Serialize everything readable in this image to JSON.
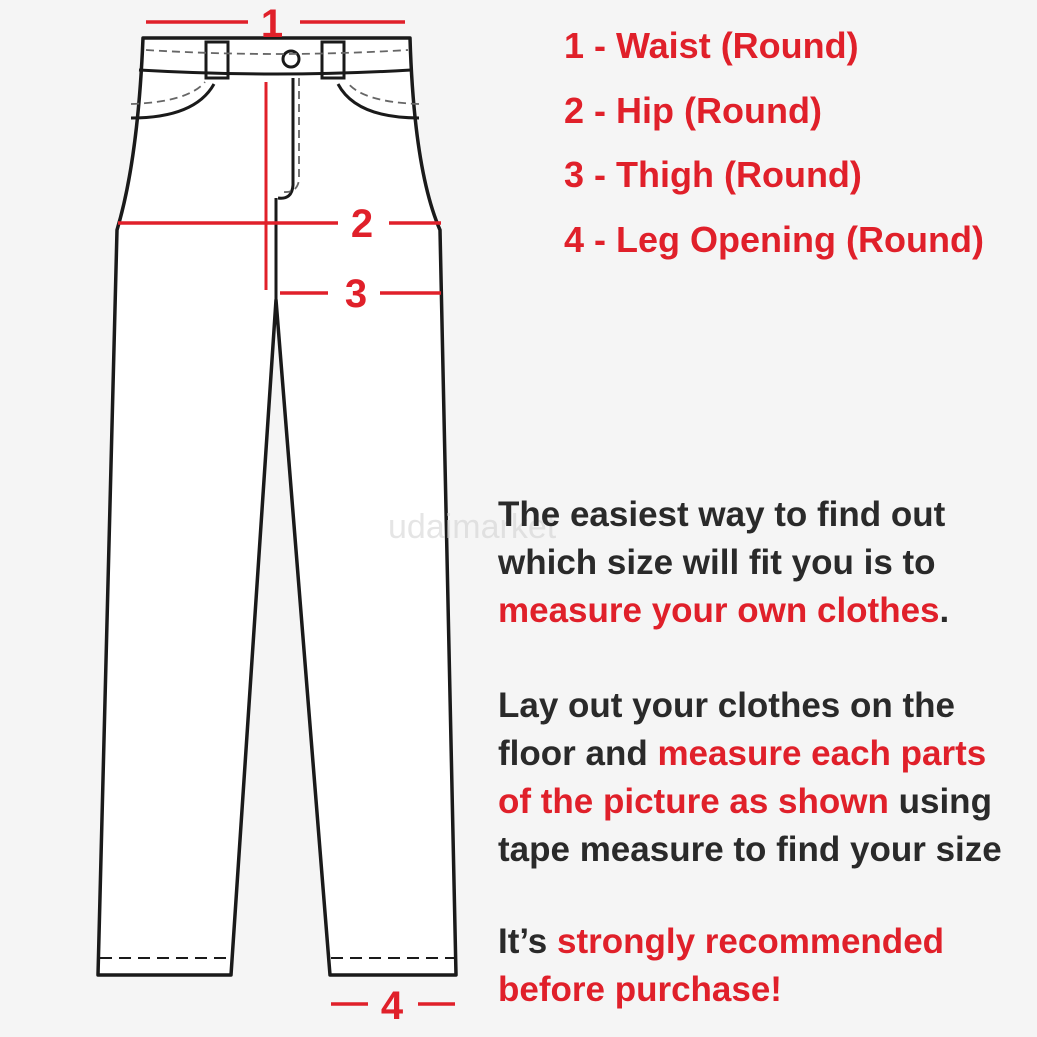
{
  "diagram": {
    "markers": [
      "1",
      "2",
      "3",
      "4"
    ],
    "watermark": "udaimarket"
  },
  "legend": [
    "1 - Waist (Round)",
    "2 - Hip (Round)",
    "3 - Thigh (Round)",
    "4 - Leg Opening (Round)"
  ],
  "instructions": {
    "para1": {
      "line1": "The easiest way to find out",
      "line2": "which size will fit you is to",
      "line3_red": "measure your own clothes",
      "line3_end": "."
    },
    "para2": {
      "line1": "Lay out your clothes on the",
      "line2_start": "floor and ",
      "line2_red": "measure each parts",
      "line3_red": "of the picture as shown",
      "line3_end": " using",
      "line4": "tape measure to find your size"
    },
    "para3": {
      "line1_start": "It’s ",
      "line1_red": "strongly recommended",
      "line2_red": "before purchase!"
    }
  },
  "colors": {
    "accent": "#e0202a",
    "text": "#2a2a2a",
    "outline": "#1a1a1a",
    "background": "#f5f5f5"
  }
}
